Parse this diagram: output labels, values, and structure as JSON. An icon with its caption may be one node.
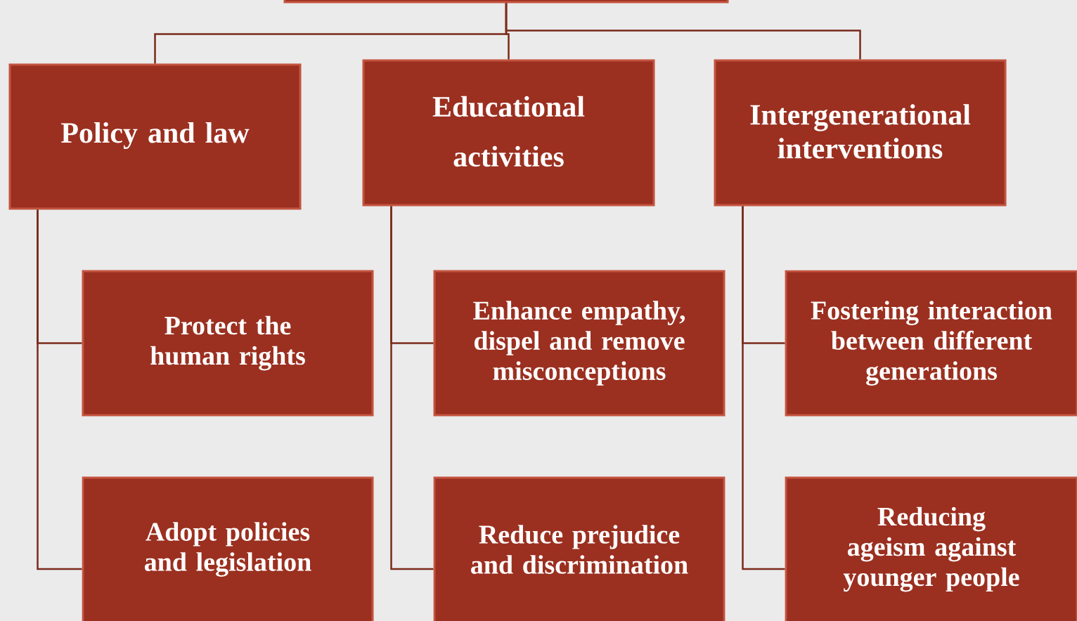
{
  "diagram": {
    "nodes": [
      {
        "text": [],
        "shape": "box"
      },
      {
        "text": [
          "Policy and law"
        ]
      },
      {
        "text": [
          "Educational activities"
        ]
      },
      {
        "text": [
          "Intergenerational interventions"
        ]
      },
      {
        "text": [
          "Protect  the human rights"
        ]
      },
      {
        "text": [
          "Adopt policies and legislation"
        ]
      },
      {
        "text": [
          "Enhance empathy, dispel and remove misconceptions"
        ]
      },
      {
        "text": [
          "Reduce prejudice and discrimination"
        ]
      },
      {
        "text": [
          "Fostering interaction between different generations"
        ]
      },
      {
        "text": [
          "Reducing ageism against younger people"
        ]
      }
    ],
    "edges": [
      {
        "from": 0,
        "to": 1,
        "arrow": "none"
      },
      {
        "from": 0,
        "to": 2,
        "arrow": "none"
      },
      {
        "from": 0,
        "to": 3,
        "arrow": "none"
      },
      {
        "from": 1,
        "to": 4,
        "arrow": "none"
      },
      {
        "from": 1,
        "to": 5,
        "arrow": "none"
      },
      {
        "from": 2,
        "to": 6,
        "arrow": "none"
      },
      {
        "from": 2,
        "to": 7,
        "arrow": "none"
      },
      {
        "from": 3,
        "to": 8,
        "arrow": "none"
      },
      {
        "from": 3,
        "to": 9,
        "arrow": "none"
      }
    ]
  }
}
